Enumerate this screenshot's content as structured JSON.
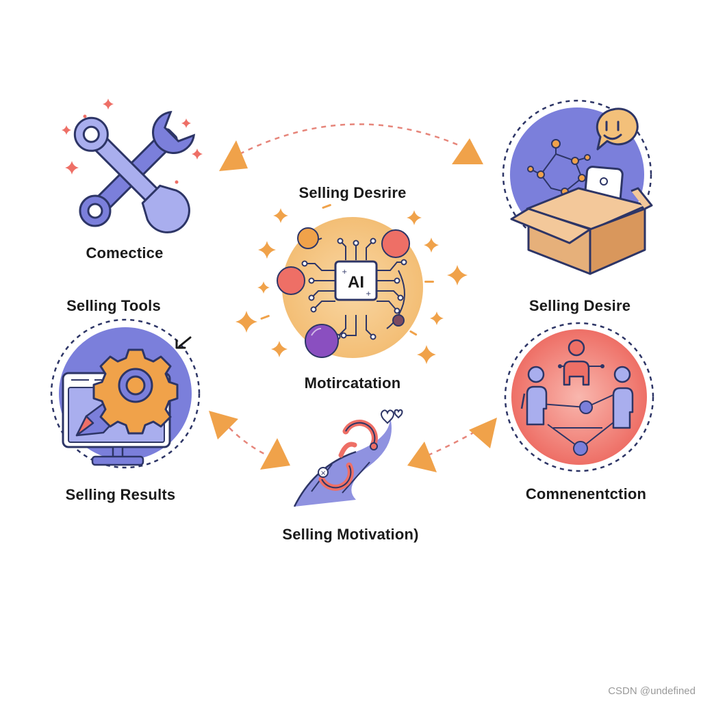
{
  "labels": {
    "tools_caption": "Comectice",
    "tools_title": "Selling Tools",
    "center_top": "Selling Desrire",
    "center_bottom": "Motircatation",
    "box_title": "Selling Desire",
    "results_title": "Selling Results",
    "connection_title": "Comnenentction",
    "motivation_title": "Selling Motivation)",
    "chip_text": "AI"
  },
  "watermark": "CSDN @undefined",
  "colors": {
    "orange": "#F0A24A",
    "blue": "#7B7FDB",
    "light_blue": "#A9AEEE",
    "red": "#EE6F66",
    "pink": "#F08A80",
    "purple": "#8A4FC0",
    "peach": "#F6C98A",
    "box": "#E6B07A",
    "outline": "#2D3566"
  },
  "icons": [
    "wrench-icon",
    "sparkle-icon",
    "ai-chip-icon",
    "open-box-icon",
    "speech-bubble-icon",
    "monitor-gear-icon",
    "people-network-icon",
    "magnet-wave-icon",
    "arrow-icon"
  ]
}
